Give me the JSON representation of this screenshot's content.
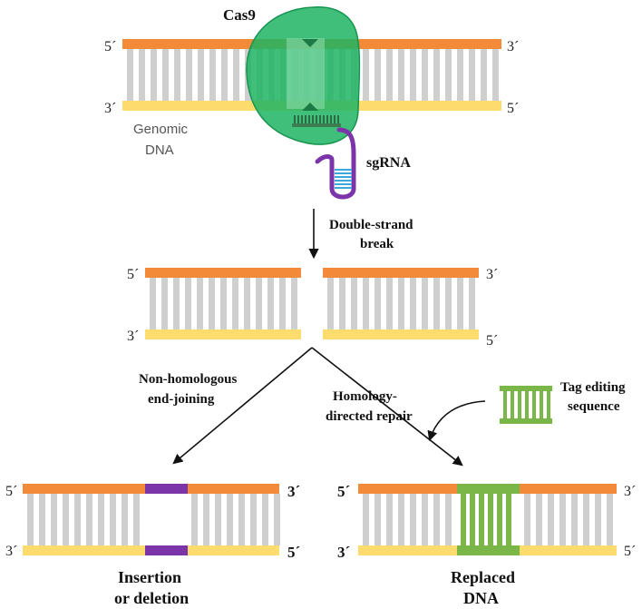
{
  "colors": {
    "strand_top": "#f28a3a",
    "strand_bottom": "#fddb6d",
    "rung": "#cfcfcf",
    "cas9": "#1fb463",
    "sgrna": "#7b35a8",
    "sgrna_pairs": "#3aa8d8",
    "insertion": "#7b35a8",
    "replacement": "#7ab648",
    "arrow": "#111111"
  },
  "top": {
    "cas9_label": "Cas9",
    "sgrna_label": "sgRNA",
    "genomic_line1": "Genomic",
    "genomic_line2": "DNA",
    "end_top_left": "5´",
    "end_top_right": "3´",
    "end_bottom_left": "3´",
    "end_bottom_right": "5´"
  },
  "middle": {
    "step_line1": "Double-strand",
    "step_line2": "break",
    "end_top_left": "5´",
    "end_top_right": "3´",
    "end_bottom_left": "3´",
    "end_bottom_right": "5´"
  },
  "repair": {
    "nhej_line1": "Non-homologous",
    "nhej_line2": "end-joining",
    "hdr_line1": "Homology-",
    "hdr_line2": "directed repair",
    "tag_line1": "Tag editing",
    "tag_line2": "sequence"
  },
  "bottom_left": {
    "end_top_left": "5´",
    "end_top_right": "3´",
    "end_bottom_left": "3´",
    "end_bottom_right": "5´",
    "caption_line1": "Insertion",
    "caption_line2": "or deletion"
  },
  "bottom_right": {
    "end_top_left": "5´",
    "end_top_right": "3´",
    "end_bottom_left": "3´",
    "end_bottom_right": "5´",
    "caption_line1": "Replaced",
    "caption_line2": "DNA"
  }
}
